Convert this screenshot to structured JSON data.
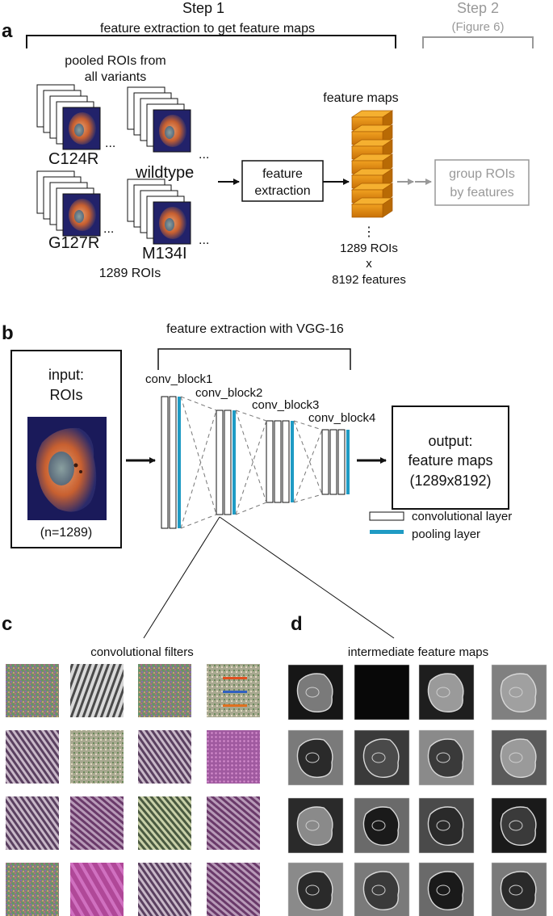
{
  "panel_labels": {
    "a": "a",
    "b": "b",
    "c": "c",
    "d": "d"
  },
  "step1": {
    "title": "Step 1",
    "subtitle": "feature extraction to get feature maps"
  },
  "step2": {
    "title": "Step 2",
    "subtitle": "(Figure 6)"
  },
  "pooled": {
    "line1": "pooled ROIs from",
    "line2": "all variants",
    "total": "1289 ROIs"
  },
  "variants": [
    "C124R",
    "wildtype",
    "G127R",
    "M134I"
  ],
  "ellipsis": "...",
  "feature_extraction_box": {
    "line1": "feature",
    "line2": "extraction"
  },
  "feature_maps": {
    "title": "feature maps",
    "rois": "1289 ROIs",
    "x": "x",
    "features": "8192 features"
  },
  "group_box": {
    "line1": "group ROIs",
    "line2": "by features"
  },
  "vgg": {
    "title": "feature extraction with VGG-16",
    "input_line1": "input:",
    "input_line2": "ROIs",
    "input_count": "(n=1289)",
    "blocks": [
      "conv_block1",
      "conv_block2",
      "conv_block3",
      "conv_block4"
    ],
    "output_line1": "output:",
    "output_line2": "feature maps",
    "output_line3": "(1289x8192)",
    "legend": {
      "conv": "convolutional layer",
      "pool": "pooling layer"
    }
  },
  "colors": {
    "pool": "#1f9bc4",
    "block_orange": "#e08a10",
    "gray": "#999999"
  },
  "panel_c_title": "convolutional filters",
  "panel_d_title": "intermediate feature maps"
}
